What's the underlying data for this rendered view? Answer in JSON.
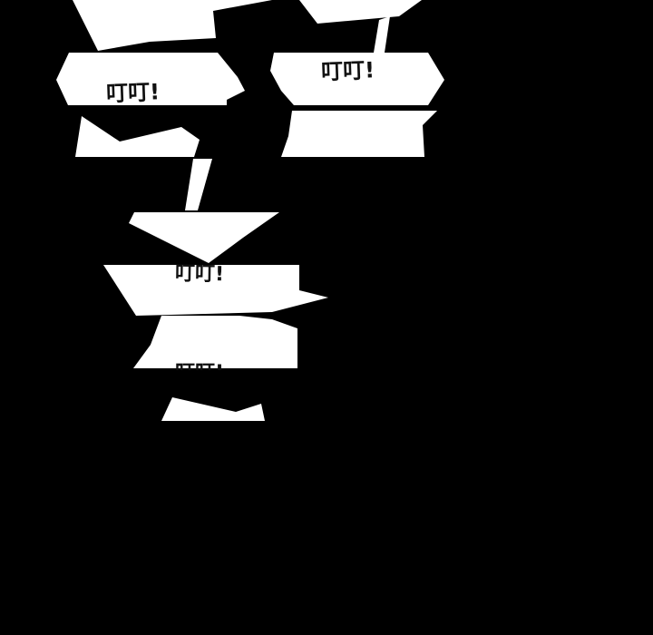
{
  "panel": {
    "background_color": "#000000",
    "shard_color": "#ffffff",
    "text_color": "#111111"
  },
  "sound_effects": [
    {
      "text": "叮叮!"
    },
    {
      "text": "叮叮!"
    },
    {
      "text": "叮叮!"
    },
    {
      "text": "叮叮!"
    }
  ]
}
